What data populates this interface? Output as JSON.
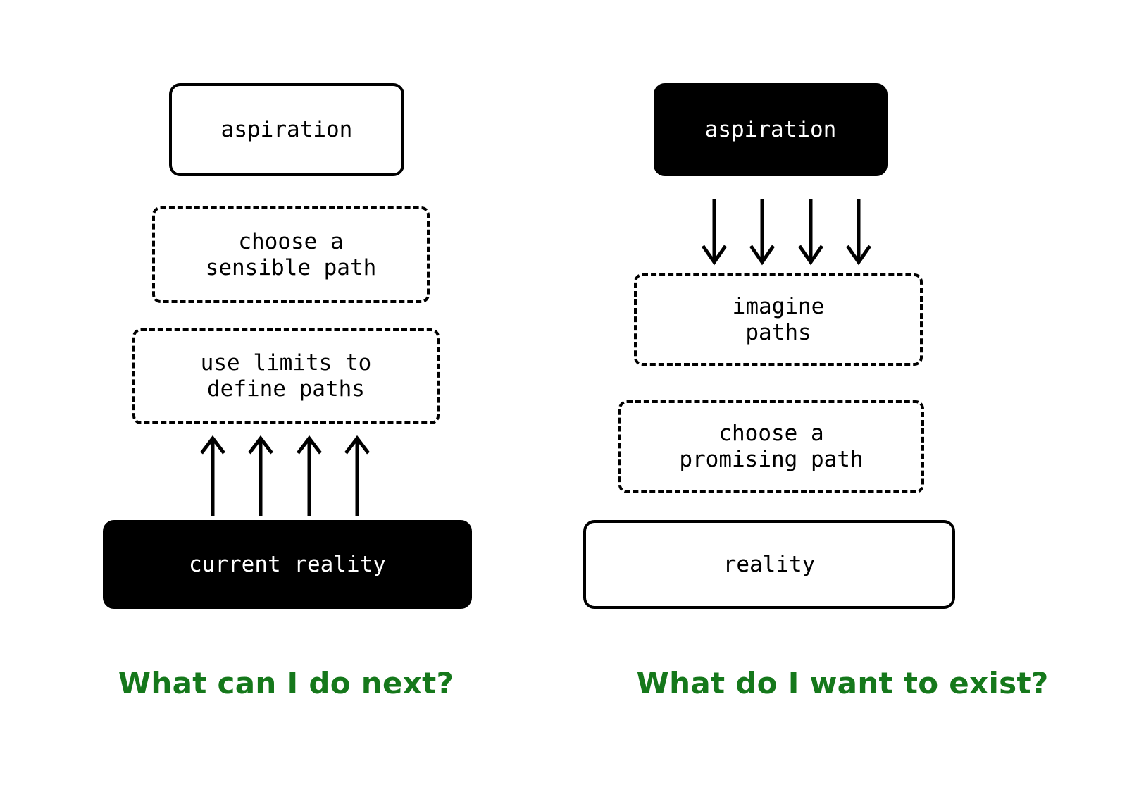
{
  "page": {
    "background": "#ffffff",
    "accent_green": "#15781b",
    "ink": "#000000"
  },
  "left_column": {
    "name": "what-can-i-do-next",
    "caption": "What can I do next?",
    "nodes": [
      {
        "id": "aspiration",
        "label": "aspiration",
        "style": "solid-outline"
      },
      {
        "id": "sensible-path",
        "label": "choose a\nsensible path",
        "style": "dashed-outline"
      },
      {
        "id": "use-limits",
        "label": "use limits to\ndefine paths",
        "style": "dashed-outline"
      },
      {
        "id": "current-reality",
        "label": "current reality",
        "style": "filled-black"
      }
    ],
    "arrows": {
      "direction": "up",
      "count": 4,
      "from": "current reality",
      "to": "use limits to define paths"
    }
  },
  "right_column": {
    "name": "what-do-i-want-to-exist",
    "caption": "What do I want to exist?",
    "nodes": [
      {
        "id": "aspiration",
        "label": "aspiration",
        "style": "filled-black"
      },
      {
        "id": "imagine-paths",
        "label": "imagine\npaths",
        "style": "dashed-outline"
      },
      {
        "id": "promising-path",
        "label": "choose a\npromising path",
        "style": "dashed-outline"
      },
      {
        "id": "reality",
        "label": "reality",
        "style": "solid-outline"
      }
    ],
    "arrows": {
      "direction": "down",
      "count": 4,
      "from": "aspiration",
      "to": "imagine paths"
    }
  }
}
